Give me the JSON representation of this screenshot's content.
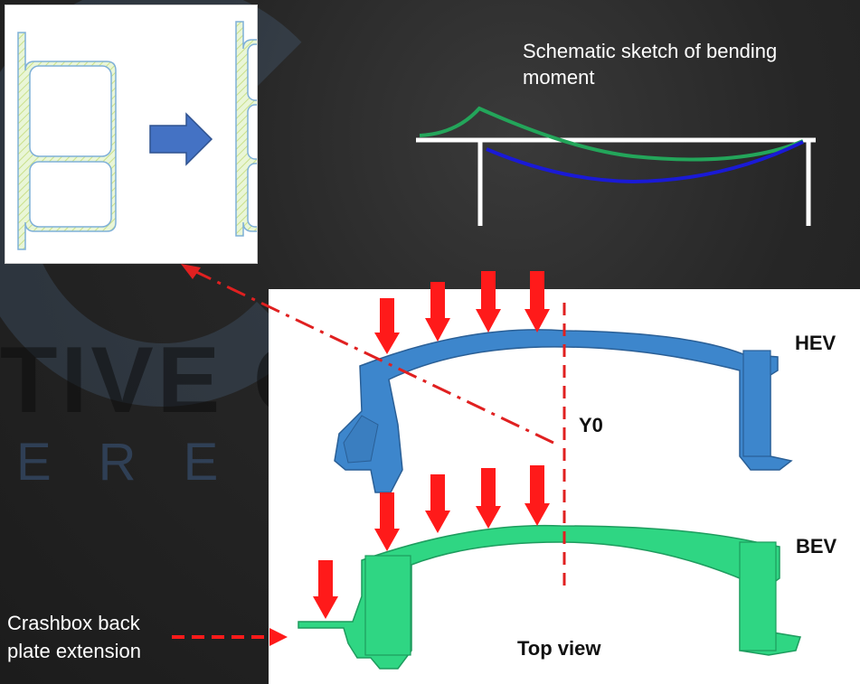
{
  "sketch": {
    "title": "Schematic sketch of bending moment"
  },
  "labels": {
    "hev": "HEV",
    "bev": "BEV",
    "y0": "Y0",
    "top_view": "Top view",
    "crashbox": "Crashbox back plate extension"
  },
  "watermark": {
    "line1": "TIVE CIRCLE",
    "line2": "ERENCE"
  },
  "colors": {
    "hev_part": "#3d86cc",
    "bev_part": "#2fd683",
    "force_arrow": "#ff1a1a",
    "moment_green": "#23a55a",
    "moment_blue": "#1a1ad6"
  }
}
